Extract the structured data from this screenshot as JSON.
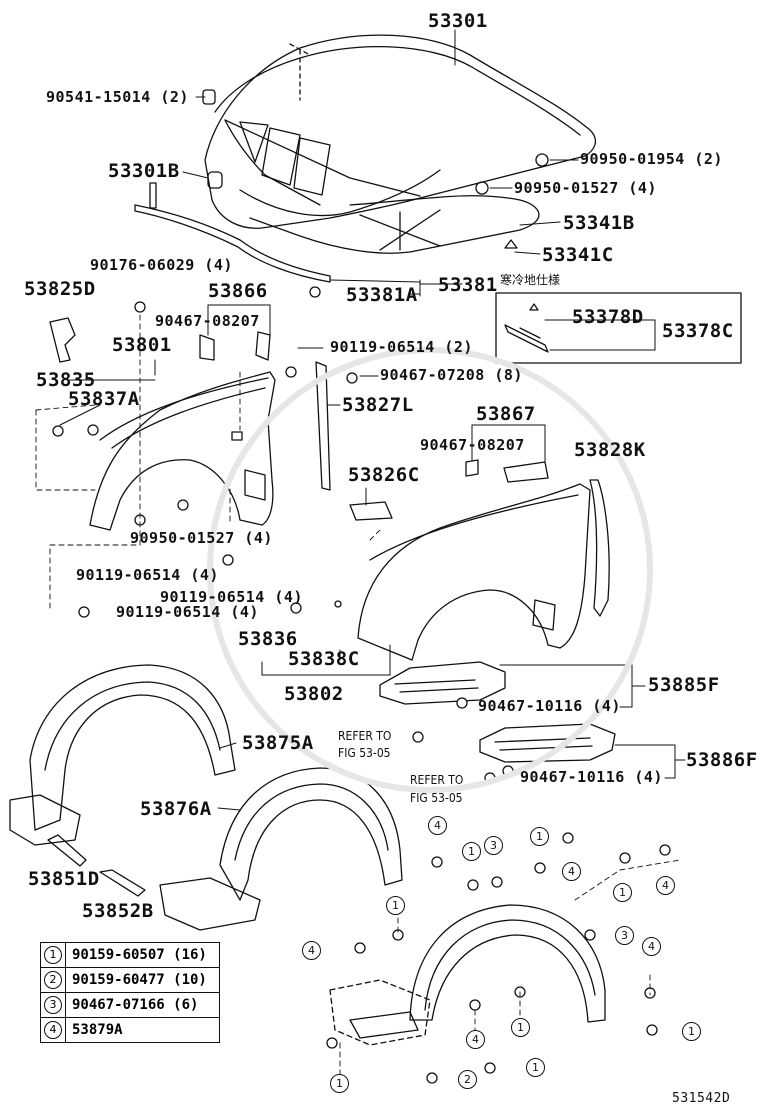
{
  "labels": {
    "hood": "53301",
    "hood_bolt": "90541-15014 (2)",
    "hood_cushion_b": "53301B",
    "cushion_a": "90950-01954 (2)",
    "cushion_b": "90950-01527 (4)",
    "hood_insulator": "53341B",
    "insulator_clip": "53341C",
    "seal_tag": "53381",
    "seal_clip": "53381A",
    "cold_area_note": "寒冷地仕様",
    "panel_d": "53825D",
    "bracket_clip": "90176-06029 (4)",
    "fender_group": "53866",
    "nut_1": "90467-08207",
    "bolt_upper": "90119-06514 (2)",
    "nut_2": "90467-07208 (8)",
    "fender_seal": "53827L",
    "fender_front": "53801",
    "rear_item": "53835",
    "clip_a": "53837A",
    "fender_group_right": "53867",
    "nut_3": "90467-08207",
    "seal_c": "53378D",
    "seal_set": "53378C",
    "fender_r_bracket": "53828K",
    "bracket_c": "53826C",
    "bolt_cushion": "90950-01527 (4)",
    "bolt_a": "90119-06514 (4)",
    "bolt_b": "90119-06514 (4)",
    "bolt_c": "90119-06514 (4)",
    "sub_36": "53836",
    "sub_38": "53838C",
    "fender_rear": "53802",
    "cover_f": "53885F",
    "nut_4": "90467-10116 (4)",
    "refer1": "REFER TO",
    "refer1b": "FIG 53-05",
    "liner_a": "53875A",
    "cover_ff": "53886F",
    "refer2": "REFER TO",
    "refer2b": "FIG 53-05",
    "nut_5": "90467-10116 (4)",
    "liner_b": "53876A",
    "seal_d": "53851D",
    "seal_b": "53852B",
    "drawing_id": "531542D"
  },
  "legend": [
    {
      "num": "1",
      "part": "90159-60507 (16)"
    },
    {
      "num": "2",
      "part": "90159-60477 (10)"
    },
    {
      "num": "3",
      "part": "90467-07166 (6)"
    },
    {
      "num": "4",
      "part": "53879A"
    }
  ],
  "callouts": [
    "4",
    "1",
    "3",
    "1",
    "4",
    "1",
    "4",
    "1",
    "3",
    "4",
    "4",
    "1",
    "1",
    "4",
    "1",
    "1",
    "2",
    "1"
  ]
}
